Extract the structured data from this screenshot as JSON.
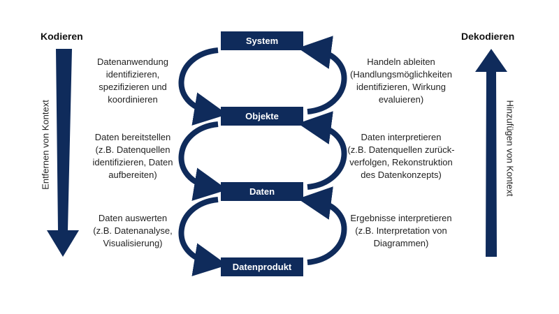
{
  "left": {
    "title": "Kodieren",
    "axis_label": "Entfernen von Kontext"
  },
  "right": {
    "title": "Dekodieren",
    "axis_label": "Hinzufügen von Kontext"
  },
  "boxes": {
    "system": "System",
    "objekte": "Objekte",
    "daten": "Daten",
    "datenprodukt": "Datenprodukt"
  },
  "left_steps": [
    {
      "lines": [
        "Datenanwendung",
        "identifizieren,",
        "spezifizieren und",
        "koordinieren"
      ]
    },
    {
      "lines": [
        "Daten bereitstellen",
        "(z.B. Datenquellen",
        "identifizieren, Daten",
        "aufbereiten)"
      ]
    },
    {
      "lines": [
        "Daten auswerten",
        "(z.B. Datenanalyse,",
        "Visualisierung)"
      ]
    }
  ],
  "right_steps": [
    {
      "lines": [
        "Handeln ableiten",
        "(Handlungsmöglichkeiten",
        "identifizieren, Wirkung",
        "evaluieren)"
      ]
    },
    {
      "lines": [
        "Daten interpretieren",
        "(z.B. Datenquellen zurück-",
        "verfolgen, Rekonstruktion",
        "des Datenkonzepts)"
      ]
    },
    {
      "lines": [
        "Ergebnisse interpretieren",
        "(z.B. Interpretation von",
        "Diagrammen)"
      ]
    }
  ],
  "colors": {
    "navy": "#0f2b5b",
    "text": "#222222"
  }
}
